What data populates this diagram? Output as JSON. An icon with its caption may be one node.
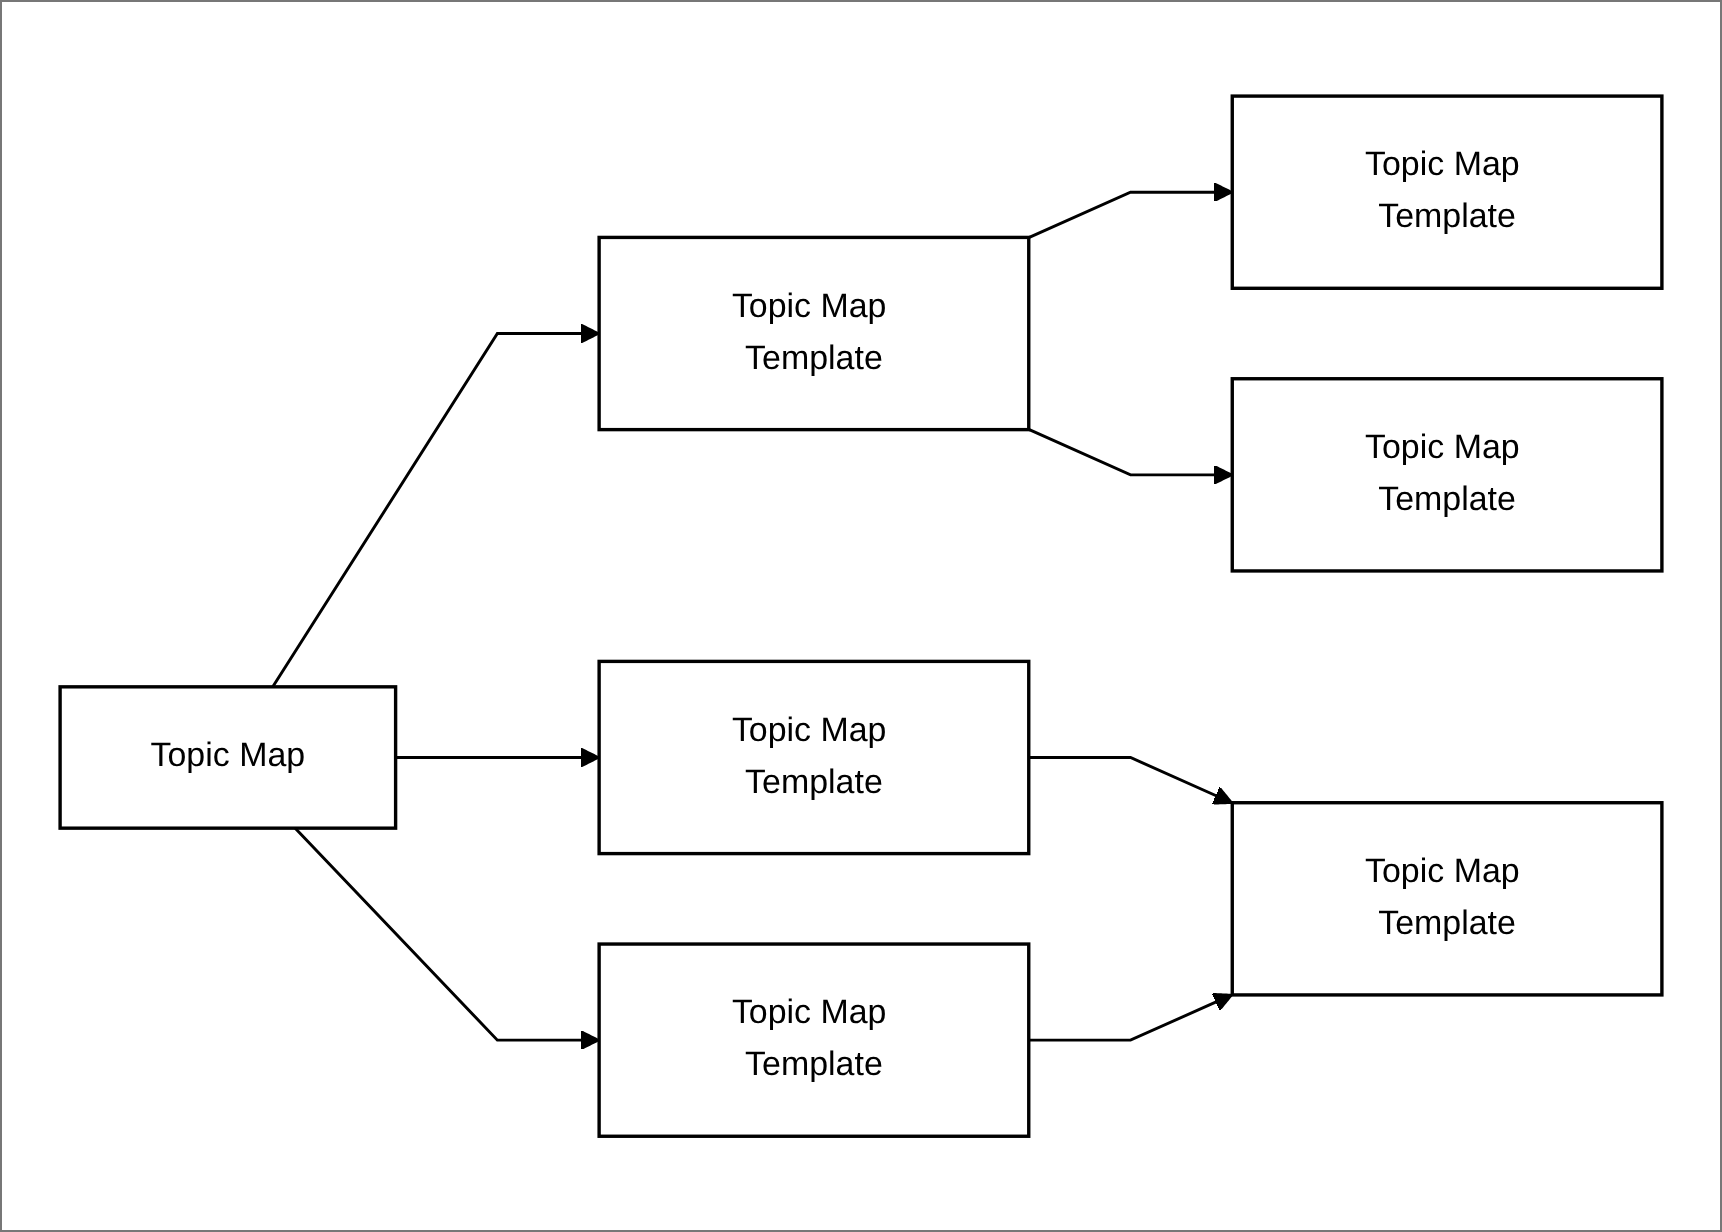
{
  "diagram": {
    "nodes": [
      {
        "text": [
          "Topic Map"
        ]
      },
      {
        "text": [
          "Topic Map Template"
        ]
      },
      {
        "text": [
          "Topic Map Template"
        ]
      },
      {
        "text": [
          "Topic Map Template"
        ]
      },
      {
        "text": [
          "Topic Map Template"
        ]
      },
      {
        "text": [
          "Topic Map Template"
        ]
      },
      {
        "text": [
          "Topic Map Template"
        ]
      }
    ],
    "edges": [
      {
        "from": 0,
        "to": 1,
        "arrow": "to"
      },
      {
        "from": 0,
        "to": 2,
        "arrow": "to"
      },
      {
        "from": 0,
        "to": 3,
        "arrow": "to"
      },
      {
        "from": 1,
        "to": 4,
        "arrow": "to"
      },
      {
        "from": 1,
        "to": 5,
        "arrow": "to"
      },
      {
        "from": 2,
        "to": 6,
        "arrow": "to"
      },
      {
        "from": 3,
        "to": 6,
        "arrow": "to"
      }
    ]
  }
}
